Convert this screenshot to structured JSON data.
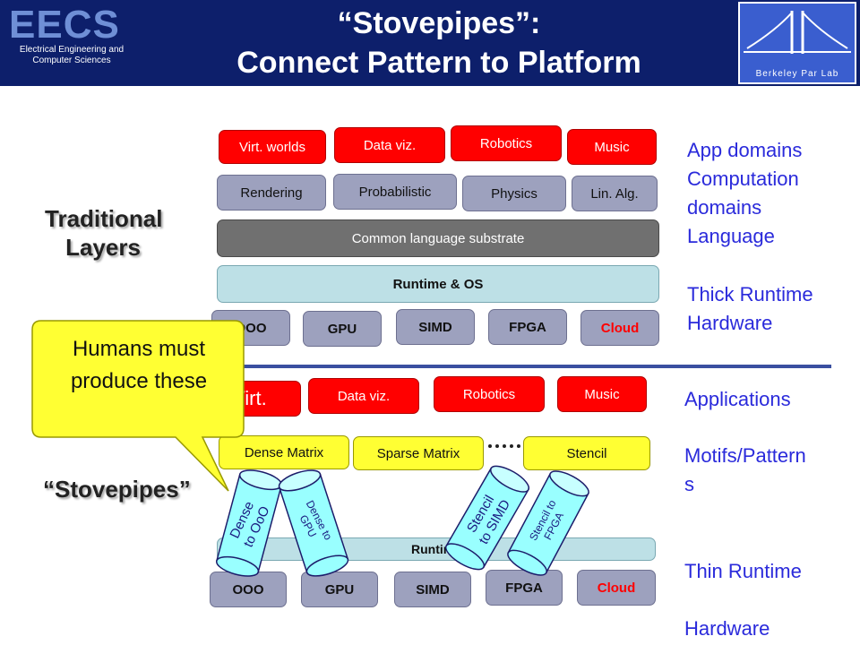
{
  "header": {
    "logo_text": "EECS",
    "logo_sub_line1": "Electrical Engineering and",
    "logo_sub_line2": "Computer Sciences",
    "title_line1": "“Stovepipes”:",
    "title_line2": "Connect Pattern to Platform",
    "lab_label": "Berkeley Par Lab"
  },
  "traditional": {
    "label_line1": "Traditional",
    "label_line2": "Layers",
    "apps": [
      "Virt. worlds",
      "Data viz.",
      "Robotics",
      "Music"
    ],
    "computation": [
      "Rendering",
      "Probabilistic",
      "Physics",
      "Lin. Alg."
    ],
    "language": "Common language substrate",
    "runtime": "Runtime & OS",
    "hardware": [
      "OOO",
      "GPU",
      "SIMD",
      "FPGA",
      "Cloud"
    ]
  },
  "stovepipes": {
    "label": "“Stovepipes”",
    "apps": [
      "Virt.",
      "Data viz.",
      "Robotics",
      "Music"
    ],
    "motifs": [
      "Dense Matrix",
      "Sparse Matrix",
      "Stencil"
    ],
    "runtime": "Runtime",
    "hardware": [
      "OOO",
      "GPU",
      "SIMD",
      "FPGA",
      "Cloud"
    ],
    "pipes": [
      {
        "line1": "Dense",
        "line2": "to OoO"
      },
      {
        "line1": "Dense to",
        "line2": "GPU"
      },
      {
        "line1": "Stencil",
        "line2": "to SIMD"
      },
      {
        "line1": "Stencil to",
        "line2": "FPGA"
      }
    ]
  },
  "side_upper": {
    "app_domains": "App domains",
    "computation_l1": "Computation",
    "computation_l2": "domains",
    "language": "Language",
    "thick_runtime": "Thick Runtime",
    "hardware": "Hardware"
  },
  "side_lower": {
    "applications": "Applications",
    "motifs_l1": "Motifs/Pattern",
    "motifs_l2": "s",
    "thin_runtime": "Thin Runtime",
    "hardware": "Hardware"
  },
  "callout": {
    "line1": "Humans must",
    "line2": "produce these"
  },
  "colors": {
    "header_bg": "#0d1f6b",
    "side_text": "#2a2adb",
    "app_red": "#ff0000",
    "pipe_cyan": "#99ffff",
    "callout_yellow": "#ffff33"
  }
}
